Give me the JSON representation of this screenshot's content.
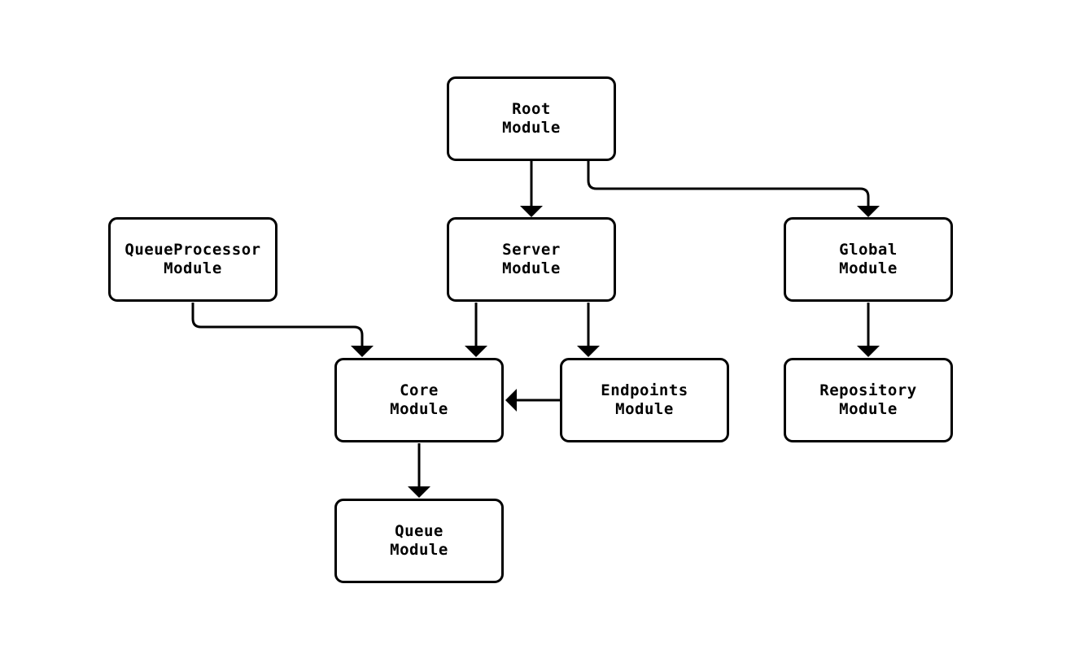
{
  "diagram": {
    "type": "module-dependency-graph",
    "colors": {
      "background": "#ffffff",
      "stroke": "#000000",
      "box_fill": "#ffffff",
      "text": "#000000"
    },
    "nodes": {
      "root": {
        "label": "Root\nModule"
      },
      "queue_processor": {
        "label": "QueueProcessor\nModule"
      },
      "server": {
        "label": "Server\nModule"
      },
      "global": {
        "label": "Global\nModule"
      },
      "core": {
        "label": "Core\nModule"
      },
      "endpoints": {
        "label": "Endpoints\nModule"
      },
      "repository": {
        "label": "Repository\nModule"
      },
      "queue": {
        "label": "Queue\nModule"
      }
    },
    "edges": [
      {
        "from": "Root Module",
        "to": "Server Module"
      },
      {
        "from": "Root Module",
        "to": "Global Module"
      },
      {
        "from": "QueueProcessor Module",
        "to": "Core Module"
      },
      {
        "from": "Server Module",
        "to": "Core Module"
      },
      {
        "from": "Server Module",
        "to": "Endpoints Module"
      },
      {
        "from": "Endpoints Module",
        "to": "Core Module"
      },
      {
        "from": "Global Module",
        "to": "Repository Module"
      },
      {
        "from": "Core Module",
        "to": "Queue Module"
      }
    ]
  }
}
